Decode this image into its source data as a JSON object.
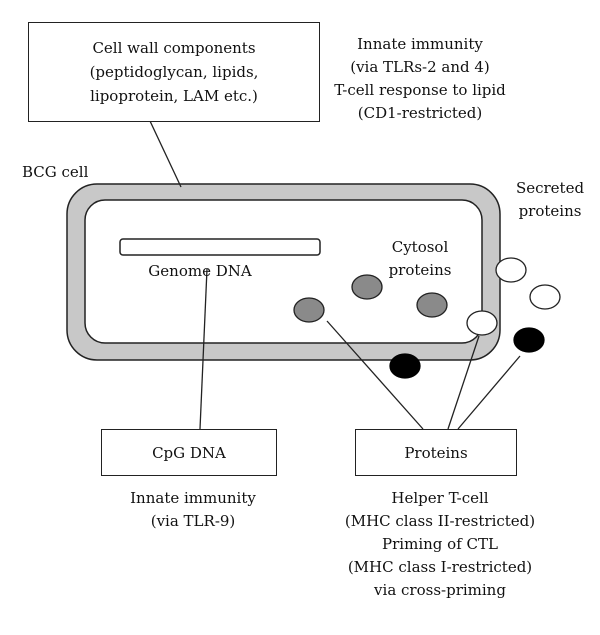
{
  "cell_wall_box": {
    "lines": [
      "Cell wall components",
      "(peptidoglycan, lipids,",
      "lipoprotein, LAM etc.)"
    ]
  },
  "innate_tlr24": {
    "lines": [
      "Innate immunity",
      "(via TLRs-2 and 4)",
      "T-cell response to lipid",
      "(CD1-restricted)"
    ]
  },
  "bcg_label": "BCG cell",
  "secreted_label": {
    "lines": [
      "Secreted",
      "proteins"
    ]
  },
  "genome_label": "Genome DNA",
  "cytosol_label": {
    "lines": [
      "Cytosol",
      "proteins"
    ]
  },
  "cpg_box": "CpG DNA",
  "proteins_box": "Proteins",
  "innate_tlr9": {
    "lines": [
      "Innate immunity",
      "(via TLR-9)"
    ]
  },
  "helper_text": {
    "lines": [
      "Helper T-cell",
      "(MHC class II-restricted)",
      "Priming of CTL",
      "(MHC class I-restricted)",
      "via cross-priming"
    ]
  },
  "colors": {
    "wall": "#c8c8c8",
    "cytosol_protein": "#8a8a8a",
    "secreted_protein": "#ffffff",
    "black_protein": "#000000"
  }
}
